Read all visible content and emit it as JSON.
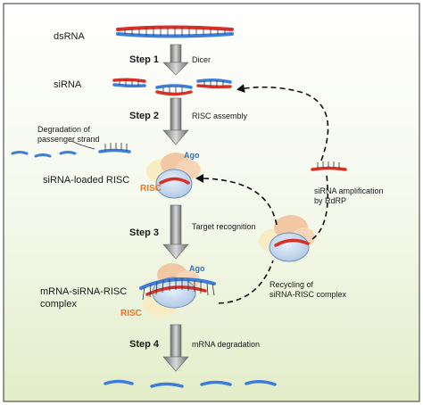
{
  "labels": {
    "dsrna": "dsRNA",
    "sirna": "siRNA",
    "degradation": [
      "Degradation of",
      "passenger strand"
    ],
    "sirna_loaded": "siRNA-loaded RISC",
    "mrna_complex": [
      "mRNA-siRNA-RISC",
      "complex"
    ],
    "amplification": [
      "siRNA amplification",
      "by RdRP"
    ],
    "recycling": [
      "Recycling of",
      "siRNA-RISC complex"
    ]
  },
  "steps": [
    {
      "label": "Step 1",
      "desc": "Dicer"
    },
    {
      "label": "Step 2",
      "desc": "RISC assembly"
    },
    {
      "label": "Step 3",
      "desc": "Target recognition"
    },
    {
      "label": "Step 4",
      "desc": "mRNA degradation"
    }
  ],
  "complex": {
    "ago": "Ago",
    "risc": "RISC"
  },
  "colors": {
    "sense_strand": "#d93025",
    "antisense_strand": "#3b7dd8",
    "ago": "#c9dcf0",
    "ago_outline": "#6f91b8",
    "risc_peach": "#f2c8a4",
    "risc_cream": "#f8ecc4",
    "risc_label": "#e87722",
    "ago_label": "#3a6fb5",
    "arrow": "#8a8a8a",
    "background_top": "#ffffff",
    "background_bottom": "#e6efcf"
  }
}
